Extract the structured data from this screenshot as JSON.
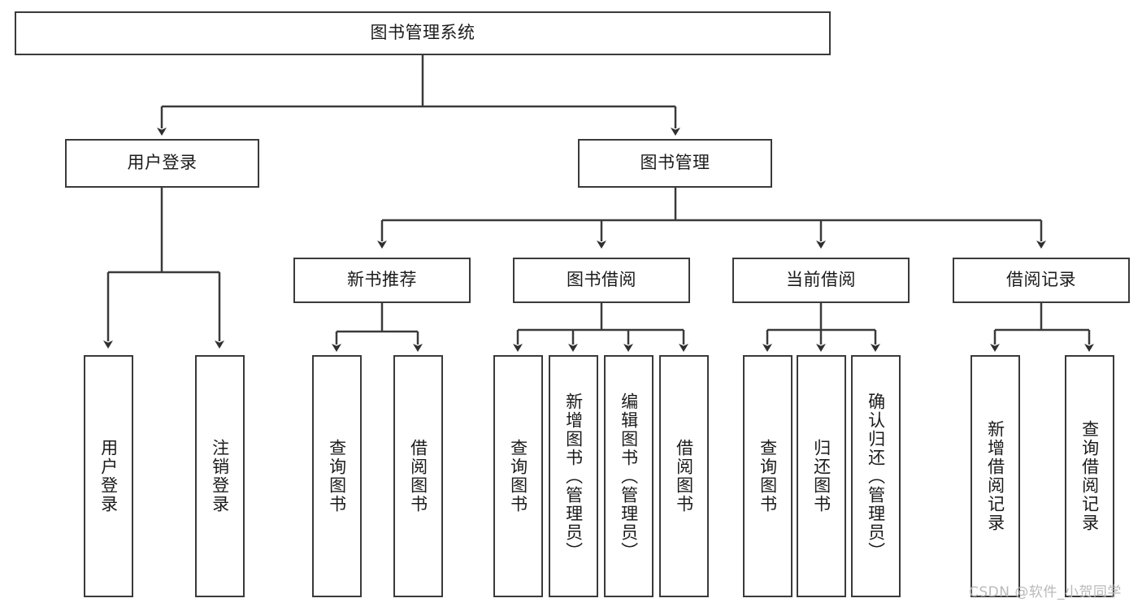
{
  "diagram": {
    "title": "图书管理系统",
    "type": "tree-hierarchy",
    "root": {
      "label": "图书管理系统"
    },
    "level2": [
      {
        "label": "用户登录"
      },
      {
        "label": "图书管理"
      }
    ],
    "level3": [
      {
        "label": "新书推荐"
      },
      {
        "label": "图书借阅"
      },
      {
        "label": "当前借阅"
      },
      {
        "label": "借阅记录"
      }
    ],
    "leaves": {
      "user_login": [
        {
          "label": "用户登录"
        },
        {
          "label": "注销登录"
        }
      ],
      "new_book_recommend": [
        {
          "label": "查询图书"
        },
        {
          "label": "借阅图书"
        }
      ],
      "book_borrow": [
        {
          "label": "查询图书"
        },
        {
          "label": "新增图书（管理员）"
        },
        {
          "label": "编辑图书（管理员）"
        },
        {
          "label": "借阅图书"
        }
      ],
      "current_borrow": [
        {
          "label": "查询图书"
        },
        {
          "label": "归还图书"
        },
        {
          "label": "确认归还（管理员）"
        }
      ],
      "borrow_record": [
        {
          "label": "新增借阅记录"
        },
        {
          "label": "查询借阅记录"
        }
      ]
    }
  },
  "watermark": {
    "text": "CSDN @软件_小贺同学"
  },
  "style": {
    "stroke": "#3a3a3a",
    "background": "#ffffff",
    "text": "#1b1b1b",
    "watermark_color": "#b9b9b9"
  }
}
